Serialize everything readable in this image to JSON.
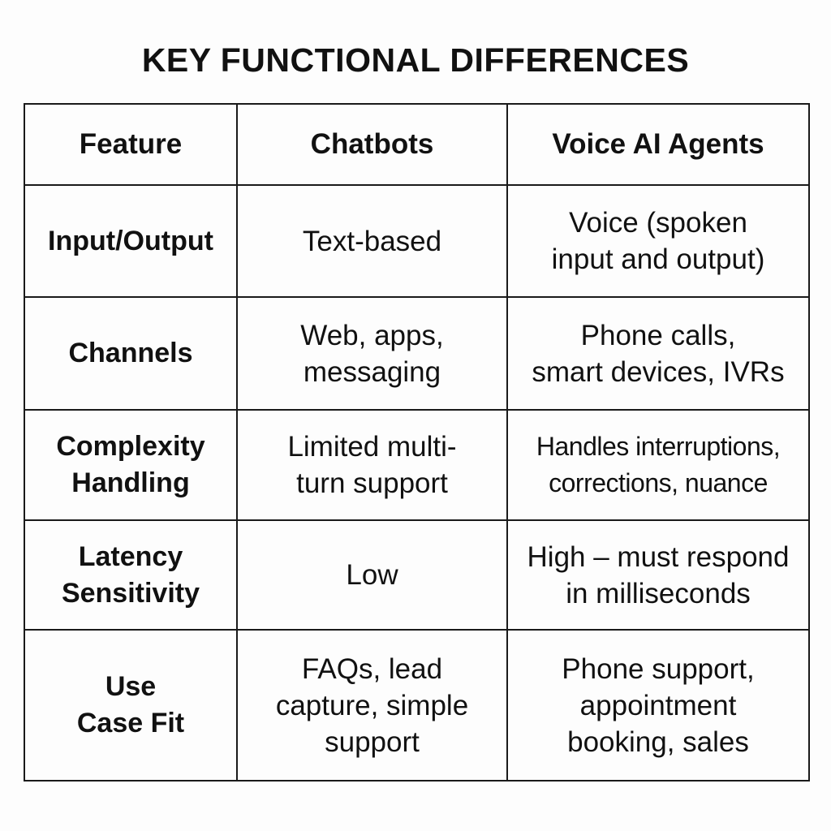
{
  "title": "KEY FUNCTIONAL DIFFERENCES",
  "table": {
    "headers": [
      "Feature",
      "Chatbots",
      "Voice AI Agents"
    ],
    "rows": [
      {
        "feature": "Input/Output",
        "chatbots": "Text-based",
        "voice": "Voice (spoken\ninput and output)"
      },
      {
        "feature": "Channels",
        "chatbots": "Web, apps,\nmessaging",
        "voice": "Phone calls,\nsmart devices, IVRs"
      },
      {
        "feature": "Complexity\nHandling",
        "chatbots": "Limited multi-\nturn support",
        "voice": "Handles interruptions,\ncorrections, nuance"
      },
      {
        "feature": "Latency\nSensitivity",
        "chatbots": "Low",
        "voice": "High – must respond\nin milliseconds"
      },
      {
        "feature": "Use\nCase Fit",
        "chatbots": "FAQs, lead\ncapture, simple\nsupport",
        "voice": "Phone support,\nappointment\nbooking, sales"
      }
    ]
  }
}
